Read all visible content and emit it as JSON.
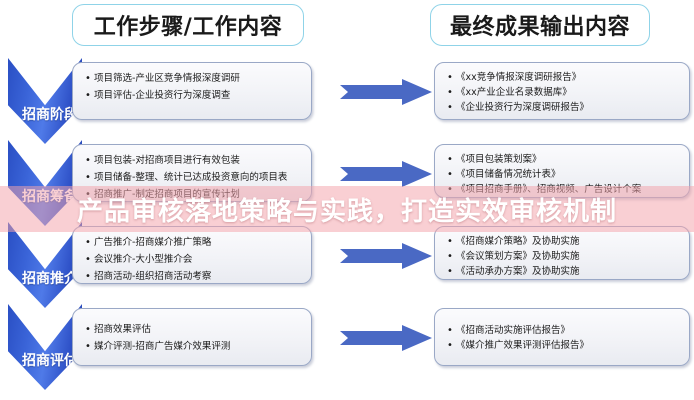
{
  "headers": {
    "left": "工作步骤/工作内容",
    "right": "最终成果输出内容"
  },
  "stages": [
    {
      "label": "招商阶段"
    },
    {
      "label": "招商筹备"
    },
    {
      "label": "招商推介"
    },
    {
      "label": "招商评估"
    }
  ],
  "steps": [
    {
      "stage": "招商阶段",
      "work": [
        "项目筛选-产业区竞争情报深度调研",
        "项目评估-企业投资行为深度调查"
      ],
      "outputs": [
        "《xx竞争情报深度调研报告》",
        "《xx产业企业名录数据库》",
        "《企业投资行为深度调研报告》"
      ]
    },
    {
      "stage": "招商筹备",
      "work": [
        "项目包装-对招商项目进行有效包装",
        "项目储备-整理、统计已达成投资意向的项目表",
        "招商推广-制定招商项目的宣传计划"
      ],
      "outputs": [
        "《项目包装策划案》",
        "《项目储备情况统计表》",
        "《项目招商手册》、招商视频、广告设计个案"
      ]
    },
    {
      "stage": "招商推介",
      "work": [
        "广告推介-招商媒介推广策略",
        "会议推介-大小型推介会",
        "招商活动-组织招商活动考察"
      ],
      "outputs": [
        "《招商媒介策略》及协助实施",
        "《会议策划方案》及协助实施",
        "《活动承办方案》及协助实施"
      ]
    },
    {
      "stage": "招商评估",
      "work": [
        "招商效果评估",
        "媒介评测-招商广告媒介效果评测"
      ],
      "outputs": [
        "《招商活动实施评估报告》",
        "《媒介推广效果评测评估报告》"
      ]
    }
  ],
  "watermark": {
    "text": "产品审核落地策略与实践，打造实效审核机制"
  },
  "bullet_glyph": "•",
  "colors": {
    "chevron_blue": "#3a64d8",
    "arrow_blue": "#4a69c4",
    "header_border": "#8fd3e8",
    "box_border": "#9aa8c6",
    "watermark_band": "#f4a3aa"
  }
}
